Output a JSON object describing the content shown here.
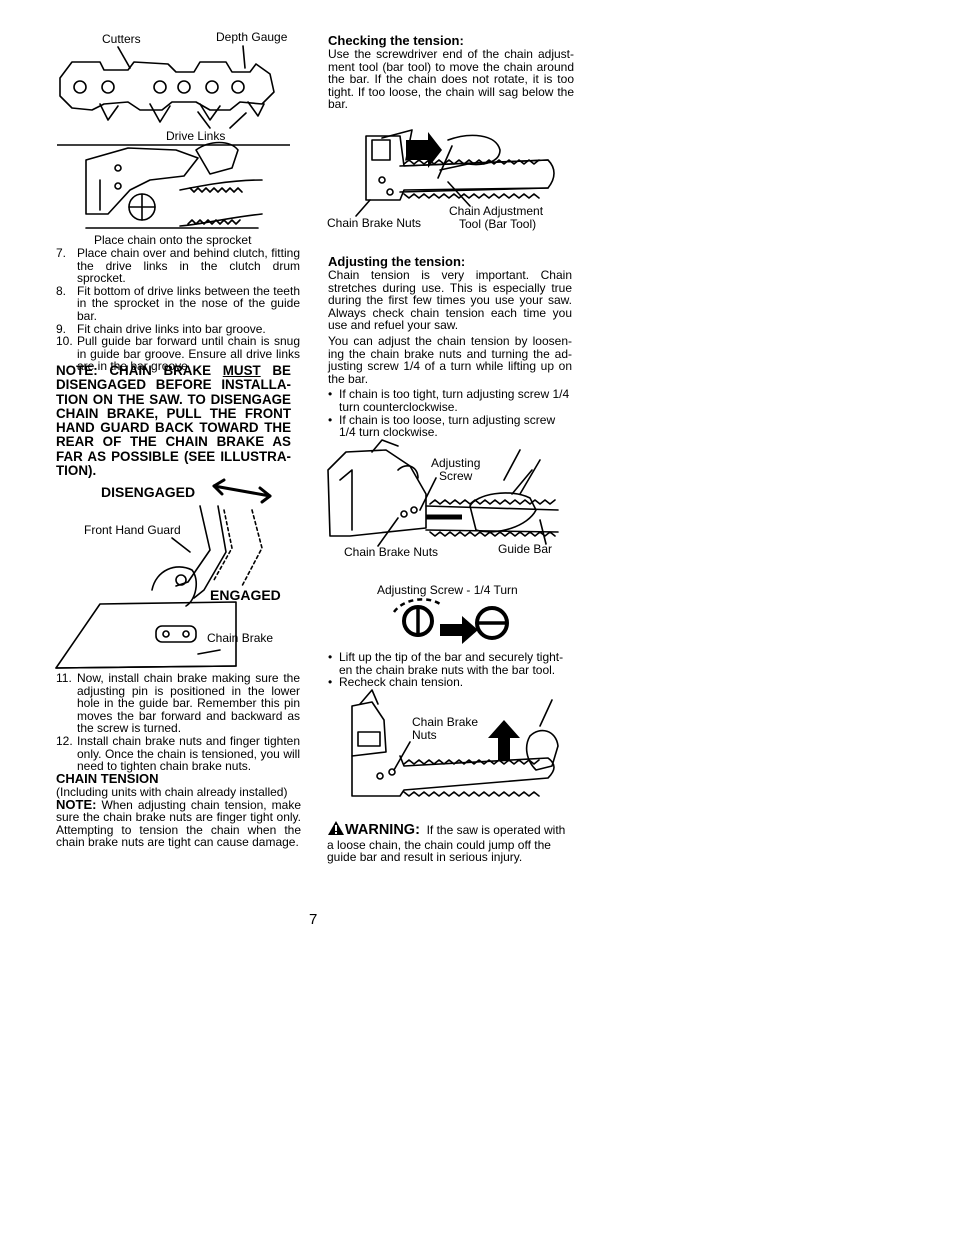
{
  "left": {
    "fig_chain": {
      "cutters": "Cutters",
      "depth_gauge": "Depth Gauge",
      "drive_links": "Drive Links"
    },
    "fig_sprocket_caption": "Place chain onto the sprocket",
    "steps_a": [
      {
        "num": "7.",
        "text": "Place chain over and behind clutch, fitting the drive links in the clutch drum sprocket."
      },
      {
        "num": "8.",
        "text": "Fit bottom of drive links between the teeth in the sprocket in the nose of the guide bar."
      },
      {
        "num": "9.",
        "text": "Fit chain drive links into bar groove."
      },
      {
        "num": "10.",
        "text": "Pull guide bar forward until chain is snug in guide bar groove.  Ensure all drive links are in the bar groove."
      }
    ],
    "note_brake": {
      "before": "NOTE:  CHAIN BRAKE ",
      "must": "MUST",
      "after": " BE DISENGAGED BEFORE INSTALLA-TION ON THE SAW. TO DISENGAGE CHAIN BRAKE, PULL THE FRONT HAND GUARD BACK TOWARD THE REAR OF THE CHAIN BRAKE AS FAR AS POSSIBLE (SEE ILLUSTRA-TION)."
    },
    "fig_brake": {
      "disengaged": "DISENGAGED",
      "engaged": "ENGAGED",
      "front_hand_guard": "Front Hand Guard",
      "chain_brake": "Chain Brake"
    },
    "steps_b": [
      {
        "num": "11.",
        "text": "Now, install chain brake making sure the adjusting pin is positioned in the lower hole in the guide bar.  Remember this pin moves the bar forward and backward as the screw is turned."
      },
      {
        "num": "12.",
        "text": "Install chain brake nuts and finger tighten only.  Once the chain is tensioned, you will need to tighten chain brake nuts."
      }
    ],
    "chain_tension": {
      "title": "CHAIN TENSION",
      "subtitle": "(Including units with chain already installed)",
      "note_label": "NOTE:",
      "note_text": "  When adjusting chain tension, make sure the chain brake nuts are finger tight only.  Attempting to tension the chain when the chain brake nuts are tight can cause damage."
    }
  },
  "right": {
    "checking": {
      "title": "Checking the tension:",
      "text": "Use the screwdriver end of the chain adjust-ment tool (bar tool) to move the chain around the bar. If the chain does not rotate, it is too tight. If too loose,  the chain will sag below the bar."
    },
    "fig_check": {
      "brake_nuts": "Chain Brake Nuts",
      "tool_line1": "Chain Adjustment",
      "tool_line2": "Tool (Bar Tool)"
    },
    "adjusting": {
      "title": "Adjusting the tension:",
      "p1": "Chain tension is very important.  Chain stretches during use. This is especially true during the first few times you use your saw. Always check chain tension each time you use and refuel your saw.",
      "p2": "You can adjust the chain tension by loosen-ing the chain brake nuts and turning the ad-justing screw 1/4 of a turn while lifting up on the bar.",
      "bullets": [
        "If chain is too tight, turn adjusting screw 1/4 turn counterclockwise.",
        "If chain is too loose, turn adjusting screw 1/4 turn clockwise."
      ]
    },
    "fig_adjust": {
      "screw_line1": "Adjusting",
      "screw_line2": "Screw",
      "brake_nuts": "Chain Brake Nuts",
      "guide_bar": "Guide Bar"
    },
    "fig_quarter": {
      "label": "Adjusting Screw - 1/4 Turn"
    },
    "bullets2": [
      "Lift up the tip of the bar and securely tight-en the chain brake nuts with the bar tool.",
      "Recheck chain tension."
    ],
    "fig_lift": {
      "line1": "Chain Brake",
      "line2": "Nuts"
    },
    "warning": {
      "label": "WARNING:",
      "text": "If the saw is operated with a loose chain, the chain could jump off the guide bar and result in serious injury."
    }
  },
  "page_number": "7"
}
